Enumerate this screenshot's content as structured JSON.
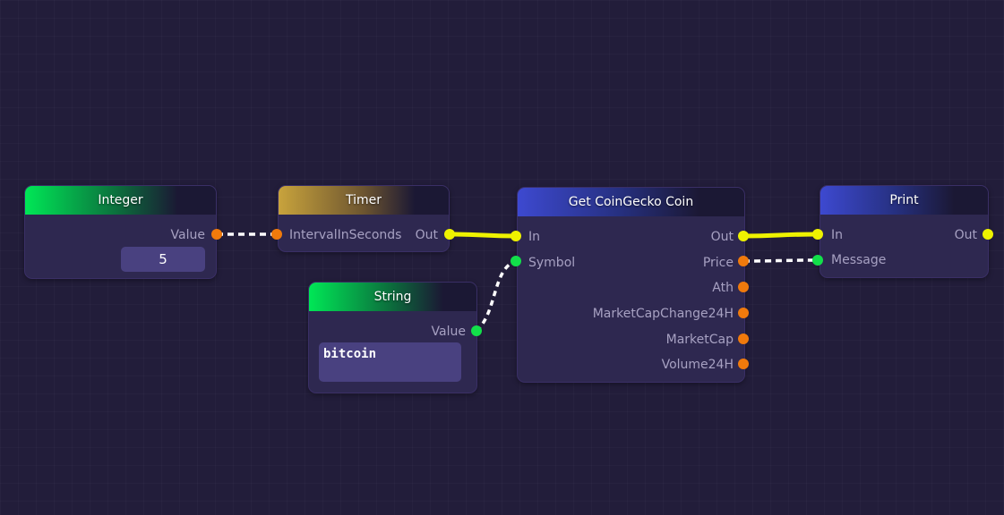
{
  "colors": {
    "exec": "#eef200",
    "number": "#f07a0c",
    "string": "#12e04a"
  },
  "nodes": {
    "integer": {
      "title": "Integer",
      "output": "Value",
      "value": "5"
    },
    "timer": {
      "title": "Timer",
      "input": "IntervalInSeconds",
      "output": "Out"
    },
    "string": {
      "title": "String",
      "output": "Value",
      "value": "bitcoin"
    },
    "coin": {
      "title": "Get CoinGecko Coin",
      "inputs": [
        "In",
        "Symbol"
      ],
      "outputs": [
        "Out",
        "Price",
        "Ath",
        "MarketCapChange24H",
        "MarketCap",
        "Volume24H"
      ]
    },
    "print": {
      "title": "Print",
      "inputs": [
        "In",
        "Message"
      ],
      "output": "Out"
    }
  }
}
